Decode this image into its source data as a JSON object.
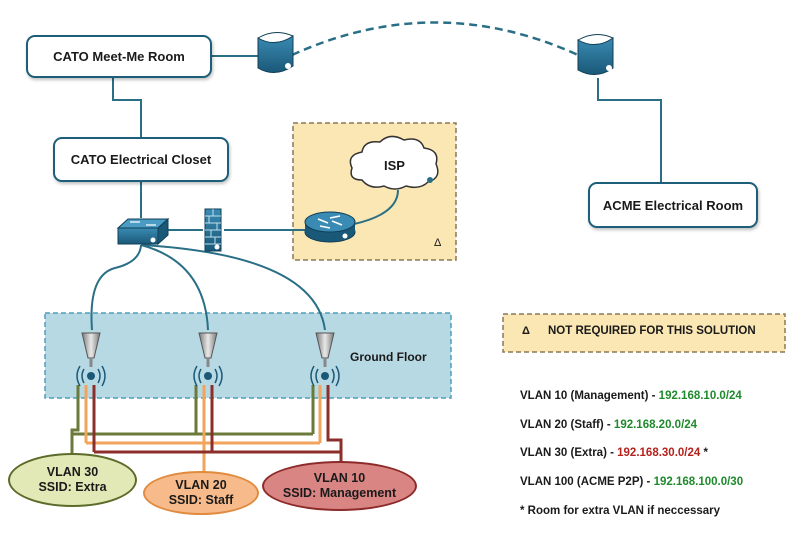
{
  "nodes": {
    "meet_me_room": "CATO Meet-Me Room",
    "electrical_closet": "CATO Electrical Closet",
    "acme_room": "ACME Electrical Room",
    "isp": "ISP",
    "ground_floor": "Ground Floor",
    "delta_symbol": "Δ"
  },
  "notice": {
    "symbol": "Δ",
    "text": "NOT REQUIRED FOR THIS SOLUTION"
  },
  "ssids": [
    {
      "line1": "VLAN 30",
      "line2": "SSID: Extra",
      "fill": "#e3e9b6",
      "border": "#5c6b2a"
    },
    {
      "line1": "VLAN 20",
      "line2": "SSID: Staff",
      "fill": "#f7bb8b",
      "border": "#e08b3f"
    },
    {
      "line1": "VLAN 10",
      "line2": "SSID: Management",
      "fill": "#d98583",
      "border": "#8c2b2a"
    }
  ],
  "vlans": [
    {
      "label": "VLAN 10 (Management) - ",
      "subnet": "192.168.10.0/24",
      "suffix": ""
    },
    {
      "label": "VLAN 20 (Staff) - ",
      "subnet": "192.168.20.0/24",
      "suffix": ""
    },
    {
      "label": "VLAN 30 (Extra) - ",
      "subnet": "192.168.30.0/24",
      "suffix": " *"
    },
    {
      "label": "VLAN 100 (ACME P2P) - ",
      "subnet": "192.168.100.0/30",
      "suffix": ""
    }
  ],
  "footnote": "* Room for extra VLAN if neccessary",
  "colors": {
    "link": "#2a6f86",
    "subnet_ok": "#1e8a2c",
    "subnet_alert": "#b5221c",
    "ground_floor_fill": "#b7d9e4",
    "isp_zone_fill": "#fbe7b3",
    "line_extra": "#6b7a3a",
    "line_staff": "#f2a35c",
    "line_mgmt": "#8c2f2b"
  },
  "icons": [
    "radio-transceiver-icon",
    "switch-icon",
    "firewall-icon",
    "router-icon",
    "cloud-icon",
    "access-point-icon"
  ]
}
